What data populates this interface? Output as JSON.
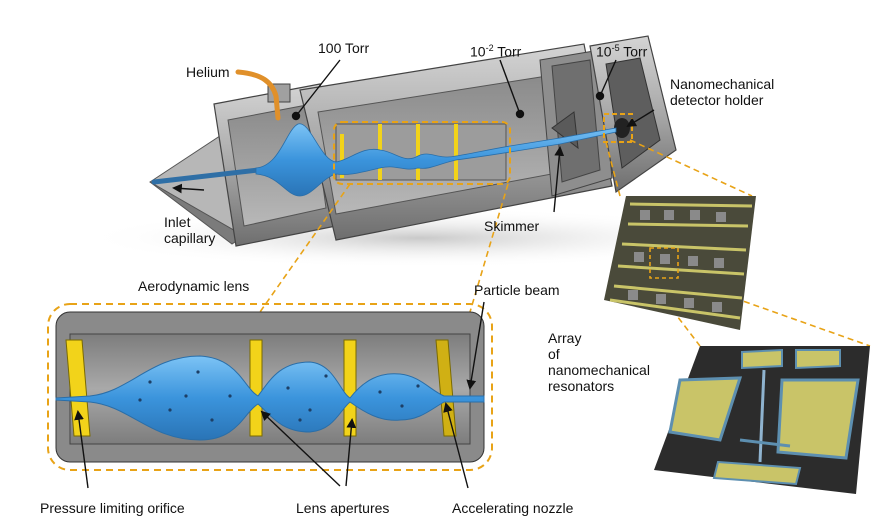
{
  "labels": {
    "helium": "Helium",
    "torr_100": "100 Torr",
    "torr_mid_base": "10",
    "torr_mid_exp": "-2",
    "torr_mid_unit": " Torr",
    "torr_low_base": "10",
    "torr_low_exp": "-5",
    "torr_low_unit": " Torr",
    "detector_holder_line1": "Nanomechanical",
    "detector_holder_line2": "detector holder",
    "inlet_line1": "Inlet",
    "inlet_line2": "capillary",
    "skimmer": "Skimmer",
    "aerodynamic_lens": "Aerodynamic lens",
    "particle_beam": "Particle beam",
    "array_line1": "Array",
    "array_line2": "of",
    "array_line3": "nanomechanical",
    "array_line4": "resonators",
    "pressure_orifice": "Pressure limiting orifice",
    "lens_apertures": "Lens apertures",
    "accelerating_nozzle": "Accelerating nozzle"
  },
  "colors": {
    "chamber_body": "#9a9a9a",
    "chamber_light": "#c8c8c8",
    "particle_beam": "#4aa3e6",
    "apertures": "#f2d31a",
    "dashed_callout": "#e8a317",
    "helium_tube": "#e0902a",
    "resonator_gold": "#c9c468",
    "resonator_blue": "#5d8fb0"
  },
  "icons": [
    "arrow-icon",
    "pointer-dot-icon"
  ]
}
